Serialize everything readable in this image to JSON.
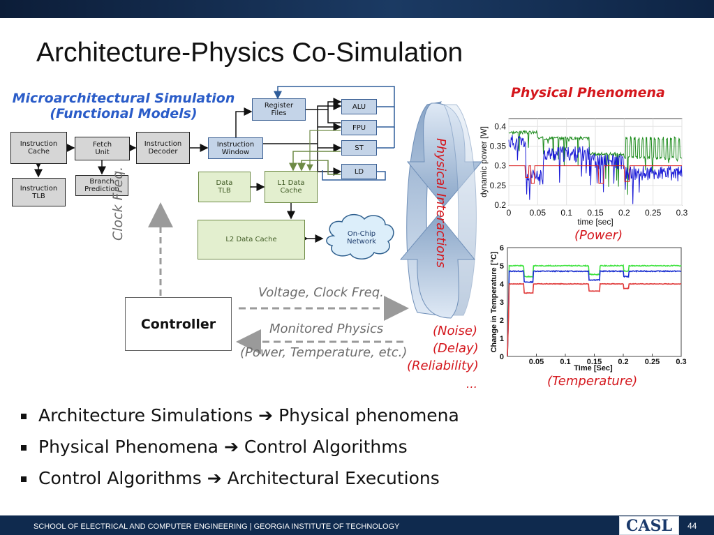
{
  "slide": {
    "title": "Architecture-Physics Co-Simulation",
    "page_number": "44",
    "footer": "SCHOOL OF ELECTRICAL AND COMPUTER ENGINEERING | GEORGIA INSTITUTE OF TECHNOLOGY",
    "logo": "CASL"
  },
  "diagram": {
    "micro_heading_1": "Microarchitectural Simulation",
    "micro_heading_2": "(Functional Models)",
    "phys_heading": "Physical Phenomena",
    "blocks": {
      "instruction_cache": "Instruction\nCache",
      "fetch_unit": "Fetch\nUnit",
      "instruction_decoder": "Instruction\nDecoder",
      "instruction_window": "Instruction\nWindow",
      "register_files": "Register\nFiles",
      "alu": "ALU",
      "fpu": "FPU",
      "st": "ST",
      "ld": "LD",
      "instruction_tlb": "Instruction\nTLB",
      "branch_prediction": "Branch\nPrediction",
      "data_tlb": "Data\nTLB",
      "l1_data_cache": "L1 Data\nCache",
      "l2_data_cache": "L2 Data Cache",
      "on_chip_network": "On-Chip\nNetwork",
      "controller": "Controller"
    },
    "clock_freq": "Clock Freq.",
    "voltage_clock": "Voltage, Clock Freq.",
    "monitored_physics": "Monitored Physics",
    "power_temp_etc": "(Power, Temperature, etc.)",
    "physical_interactions": "Physical Interactions",
    "noise": "(Noise)",
    "delay": "(Delay)",
    "reliability": "(Reliability)",
    "ellipsis": "…",
    "power_caption": "(Power)",
    "temperature_caption": "(Temperature)"
  },
  "charts": {
    "power": {
      "ylabel": "dynamic power [W]",
      "xlabel": "time [sec]",
      "xticks": [
        "0",
        "0.05",
        "0.1",
        "0.15",
        "0.2",
        "0.25",
        "0.3"
      ],
      "yticks": [
        "0.2",
        "0.25",
        "0.3",
        "0.35",
        "0.4"
      ],
      "xlim": [
        0,
        0.3
      ],
      "ylim": [
        0.2,
        0.42
      ],
      "colors": {
        "green": "#1a8a1a",
        "blue": "#1a1ad6",
        "red": "#dd1a1a"
      }
    },
    "temperature": {
      "ylabel": "Change in Temperature [°C]",
      "xlabel": "Time [Sec]",
      "xticks": [
        "0.05",
        "0.1",
        "0.15",
        "0.2",
        "0.25",
        "0.3"
      ],
      "yticks": [
        "0",
        "1",
        "2",
        "3",
        "4",
        "5",
        "6"
      ],
      "xlim": [
        0,
        0.3
      ],
      "ylim": [
        0,
        6
      ],
      "colors": {
        "green": "#3ee23e",
        "blue": "#1a2fd0",
        "red": "#e03a3a"
      }
    }
  },
  "bullets": [
    {
      "left": "Architecture Simulations",
      "arrow": "➔",
      "right": "Physical phenomena"
    },
    {
      "left": "Physical Phenomena",
      "arrow": "➔",
      "right": "Control Algorithms"
    },
    {
      "left": "Control Algorithms",
      "arrow": "➔",
      "right": "Architectural Executions"
    }
  ]
}
